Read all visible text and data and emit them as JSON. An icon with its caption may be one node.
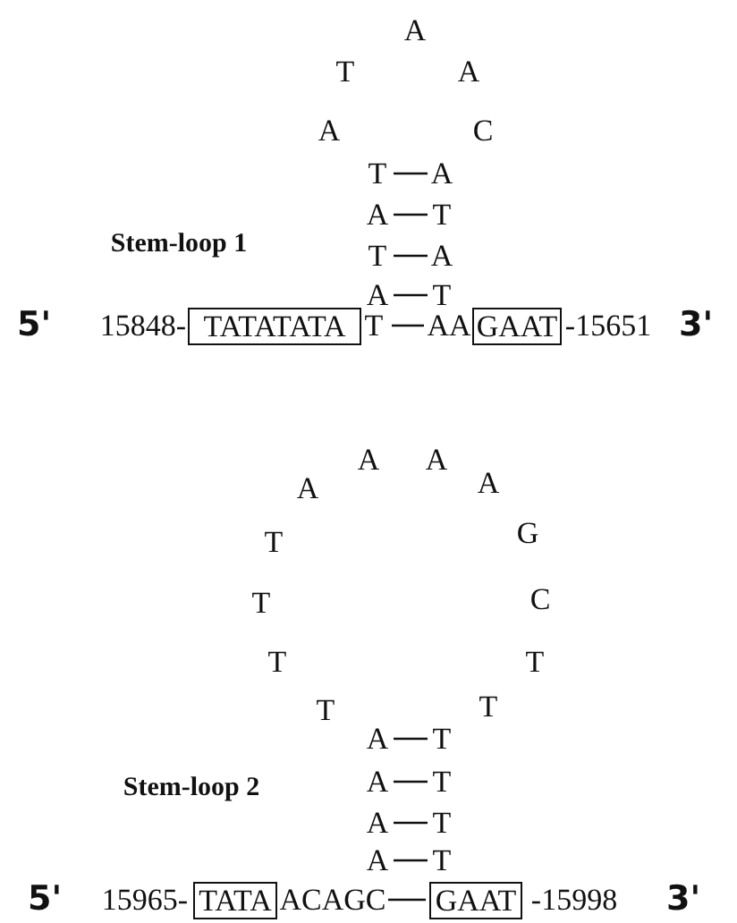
{
  "diagram": {
    "nodes": [
      {
        "text": [
          "TATATATA"
        ]
      },
      {
        "text": [
          "GAAT"
        ]
      },
      {
        "text": [
          "TATA"
        ]
      },
      {
        "text": [
          "GAAT"
        ]
      }
    ],
    "labels": [
      "A",
      "T",
      "A",
      "A",
      "C",
      "T",
      "A",
      "A",
      "T",
      "Stem-loop 1",
      "T",
      "A",
      "A",
      "T",
      "5'",
      "15848-",
      "T",
      "AA",
      "-15651",
      "3'",
      "A",
      "A",
      "A",
      "A",
      "T",
      "G",
      "T",
      "C",
      "T",
      "T",
      "T",
      "T",
      "A",
      "T",
      "Stem-loop 2",
      "A",
      "T",
      "A",
      "T",
      "A",
      "T",
      "5'",
      "15965-",
      "ACAGC",
      "-15998",
      "3'"
    ]
  }
}
